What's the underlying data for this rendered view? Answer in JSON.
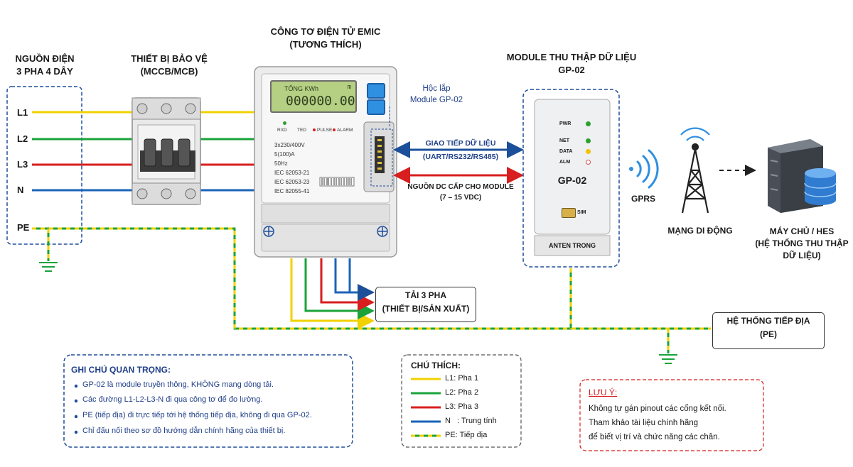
{
  "source": {
    "title": "NGUỒN ĐIỆN\n3 PHA 4 DÂY",
    "lines": [
      "L1",
      "L2",
      "L3",
      "N",
      "PE"
    ]
  },
  "breaker": {
    "title": "THIẾT BỊ BẢO VỆ\n(MCCB/MCB)"
  },
  "meter": {
    "title": "CÔNG TƠ ĐIỆN TỬ EMIC\n(TƯƠNG THÍCH)",
    "lcd_label": "TỔNG KWh",
    "lcd_value": "000000.00",
    "lcd_unit": "m",
    "indicators": [
      "RXD",
      "TED",
      "PULSE",
      "ALARM"
    ],
    "specs": [
      "3x230/400V",
      "5(100)A",
      "50Hz",
      "IEC 62053-21",
      "IEC 62053-23",
      "IEC 82055-41"
    ],
    "slot_label": "Hộc lắp\nModule GP-02"
  },
  "links": {
    "data_title": "GIAO TIẾP DỮ LIỆU",
    "data_sub": "(UART/RS232/RS485)",
    "power_title": "NGUỒN DC CẤP CHO MODULE",
    "power_sub": "(7 – 15 VDC)"
  },
  "module": {
    "title": "MODULE THU THẬP DỮ LIỆU\nGP-02",
    "leds": [
      {
        "label": "PWR",
        "color": "#2ca02c"
      },
      {
        "label": "NET",
        "color": "#2ca02c"
      },
      {
        "label": "DATA",
        "color": "#f2c200"
      },
      {
        "label": "ALM",
        "color": "#e8e8e8"
      }
    ],
    "name": "GP-02",
    "sim": "SIM",
    "antenna": "ANTEN TRONG"
  },
  "network": {
    "gprs": "GPRS",
    "tower_label": "MẠNG DI ĐỘNG",
    "server_label": "MÁY CHỦ / HES\n(HỆ THỐNG THU THẬP\nDỮ LIỆU)"
  },
  "load": {
    "label": "TẢI 3 PHA\n(THIẾT BỊ/SẢN XUẤT)"
  },
  "earth": {
    "label": "HỆ THỐNG TIẾP ĐỊA\n(PE)"
  },
  "notes": {
    "title": "GHI CHÚ QUAN TRỌNG:",
    "items": [
      "GP-02 là module truyền thông, KHÔNG mang dòng tải.",
      "Các đường L1-L2-L3-N đi qua công tơ để đo lường.",
      "PE (tiếp địa) đi trực tiếp tới hệ thống tiếp địa, không đi qua GP-02.",
      "Chỉ đấu nối theo sơ đồ hướng dẫn chính hãng của thiết bị."
    ]
  },
  "legend": {
    "title": "CHÚ THÍCH:",
    "items": [
      {
        "label": "L1: Pha 1",
        "color": "#f2d100"
      },
      {
        "label": "L2: Pha 2",
        "color": "#1aa33a"
      },
      {
        "label": "L3: Pha 3",
        "color": "#d81e1e"
      },
      {
        "label": "N   : Trung tính",
        "color": "#1b63b8"
      },
      {
        "label": "PE: Tiếp địa",
        "color": "#1aa33a"
      }
    ]
  },
  "warning": {
    "title": "LƯU Ý:",
    "lines": [
      "Không tự gán pinout các cổng kết nối.",
      "Tham khảo tài liệu chính hãng",
      "để biết vị trí và chức năng các chân."
    ]
  },
  "colors": {
    "L1": "#f2d100",
    "L2": "#1aa33a",
    "L3": "#d81e1e",
    "N": "#1b63b8",
    "PE_a": "#1aa33a",
    "PE_b": "#f2d100",
    "accent": "#1f4e9a"
  }
}
